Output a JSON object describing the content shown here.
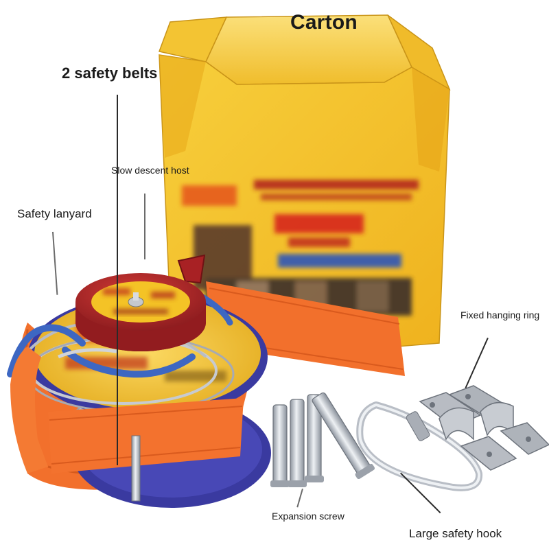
{
  "labels": {
    "carton": "Carton",
    "safety_belts": "2 safety belts",
    "slow_descent_host": "Slow descent host",
    "safety_lanyard": "Safety lanyard",
    "fixed_hanging_ring": "Fixed hanging ring",
    "expansion_screw": "Expansion screw",
    "large_safety_hook": "Large safety hook"
  },
  "colors": {
    "carton_yellow": "#f5c12a",
    "belt_orange": "#f2702c",
    "host_red": "#b3262a",
    "reel_blue": "#3a3aa0",
    "metal_silver": "#c4c8ce",
    "cable_blue": "#3d67c2"
  }
}
